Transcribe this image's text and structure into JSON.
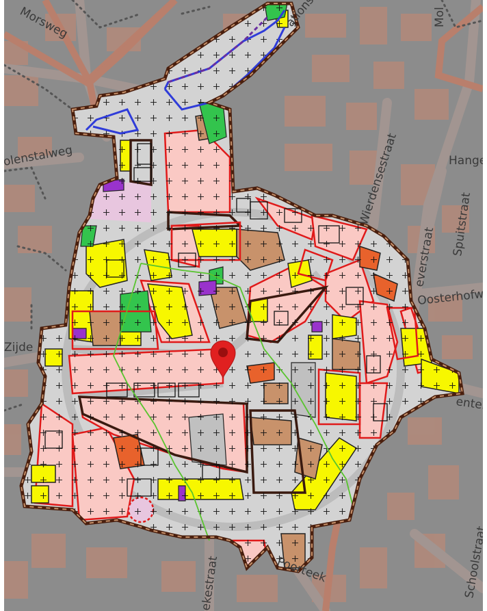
{
  "map": {
    "colors": {
      "background": "#8c8c8c",
      "building": "#b3897a",
      "road": "#a29591",
      "main_road": "#b97f6c",
      "plan_area": "#d3d3d3",
      "boundary": "#4a1f0e",
      "detailed_retail": "#fac9c4",
      "mixed": "#f7f700",
      "green": "#33c44d",
      "orange": "#e8622c",
      "purple": "#9933cc",
      "brown": "#c8926b",
      "gray_gebouw": "#c0c0c0",
      "red_outline": "#e01a1a",
      "blue_line": "#2f3cd9",
      "green_line": "#58c42e",
      "marker": "#e02020"
    },
    "street_labels": [
      {
        "text": "Morsweg"
      },
      {
        "text": "Mol"
      },
      {
        "text": "Hange"
      },
      {
        "text": "Wierdensestraat"
      },
      {
        "text": "everstraat"
      },
      {
        "text": "Spuitstraat"
      },
      {
        "text": "Oosterhofw"
      },
      {
        "text": "enter"
      },
      {
        "text": "Zijde"
      },
      {
        "text": "olenstalweg"
      },
      {
        "text": "ationsw"
      },
      {
        "text": "Schoolstraat"
      },
      {
        "text": "ekestraat"
      },
      {
        "text": "Poorteek"
      }
    ],
    "marker_icon": "map-pin-icon"
  }
}
